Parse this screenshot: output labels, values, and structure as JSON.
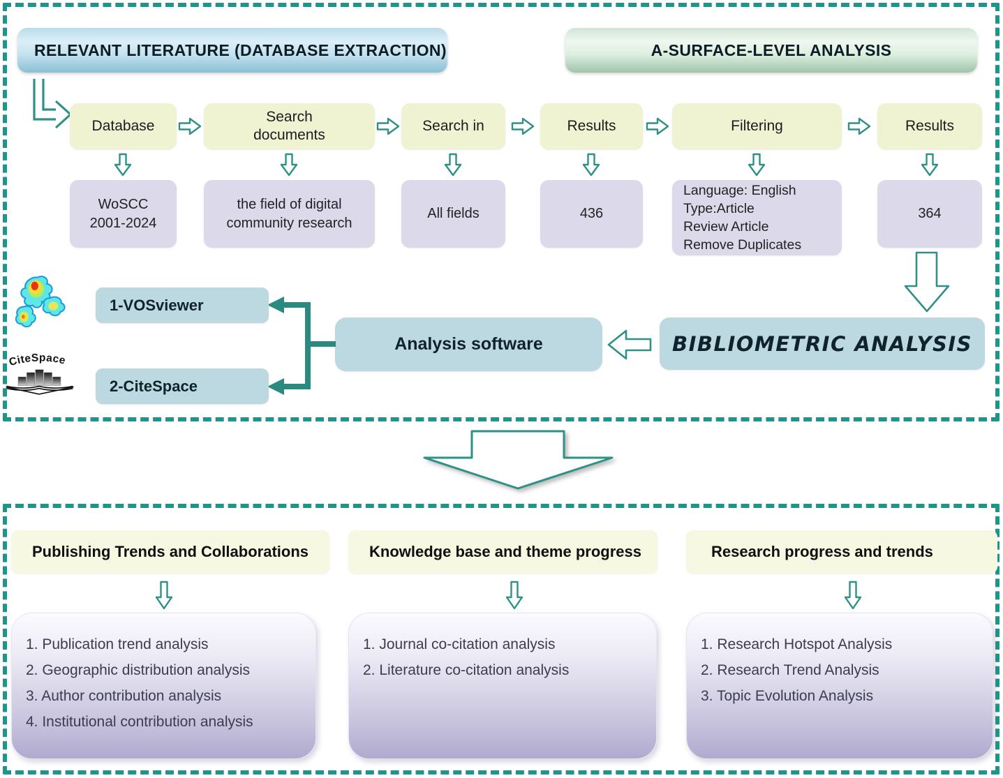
{
  "colors": {
    "teal_accent": "#20948a",
    "box_yellow": "#eff3d2",
    "box_lavender": "#dcdaea",
    "box_blue": "#bcd9e1",
    "header_blue": "#8abfd4",
    "header_green": "#a0c3ab",
    "list_gradient_bottom": "#b0aace"
  },
  "top": {
    "header_left": "RELEVANT LITERATURE (DATABASE EXTRACTION)",
    "header_right": "A-SURFACE-LEVEL ANALYSIS",
    "steps": [
      {
        "label": "Database",
        "value": "WoSCC\n2001-2024"
      },
      {
        "label": "Search\ndocuments",
        "value": "the field of digital\ncommunity research"
      },
      {
        "label": "Search in",
        "value": "All fields"
      },
      {
        "label": "Results",
        "value": "436"
      },
      {
        "label": "Filtering",
        "value": "Language: English\nType:Article\nReview Article\nRemove Duplicates"
      },
      {
        "label": "Results",
        "value": "364"
      }
    ],
    "bibliometric_label": "BIBLIOMETRIC ANALYSIS",
    "software_label": "Analysis software",
    "tool1": "1-VOSviewer",
    "tool2": "2-CiteSpace",
    "citespace_logo_text": "CiteSpace"
  },
  "bottom": {
    "columns": [
      {
        "header": "Publishing Trends and Collaborations",
        "items": [
          "1. Publication trend analysis",
          "2. Geographic distribution analysis",
          "3. Author contribution analysis",
          "4. Institutional contribution analysis"
        ]
      },
      {
        "header": "Knowledge base and theme progress",
        "items": [
          "1. Journal co-citation analysis",
          "2. Literature co-citation analysis"
        ]
      },
      {
        "header": "Research progress and trends",
        "items": [
          "1. Research Hotspot Analysis",
          "2. Research Trend Analysis",
          "3. Topic Evolution Analysis"
        ]
      }
    ]
  }
}
